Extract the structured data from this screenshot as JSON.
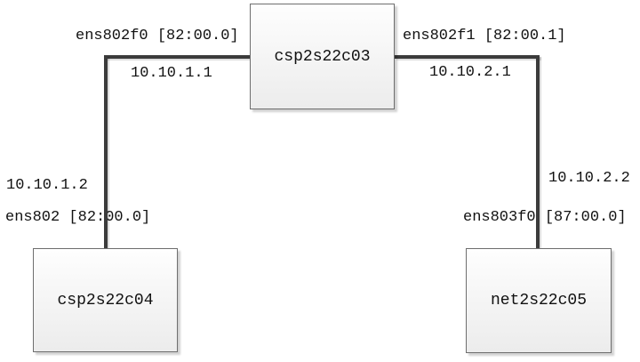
{
  "diagram": {
    "type": "network-topology",
    "nodes": [
      {
        "id": "top",
        "label": "csp2s22c03"
      },
      {
        "id": "left",
        "label": "csp2s22c04"
      },
      {
        "id": "right",
        "label": "net2s22c05"
      }
    ],
    "links": [
      {
        "from": "csp2s22c03",
        "to": "csp2s22c04",
        "from_interface": "ens802f0 [82:00.0]",
        "from_ip": "10.10.1.1",
        "to_ip": "10.10.1.2",
        "to_interface": "ens802 [82:00.0]"
      },
      {
        "from": "csp2s22c03",
        "to": "net2s22c05",
        "from_interface": "ens802f1 [82:00.1]",
        "from_ip": "10.10.2.1",
        "to_ip": "10.10.2.2",
        "to_interface": "ens803f0 [87:00.0]"
      }
    ],
    "colors": {
      "background": "#ffffff",
      "line": "#3b3b3b",
      "node_border": "#6e6e6e",
      "node_fill_top": "#fefefe",
      "node_fill_bottom": "#ececec",
      "text": "#111111"
    }
  }
}
